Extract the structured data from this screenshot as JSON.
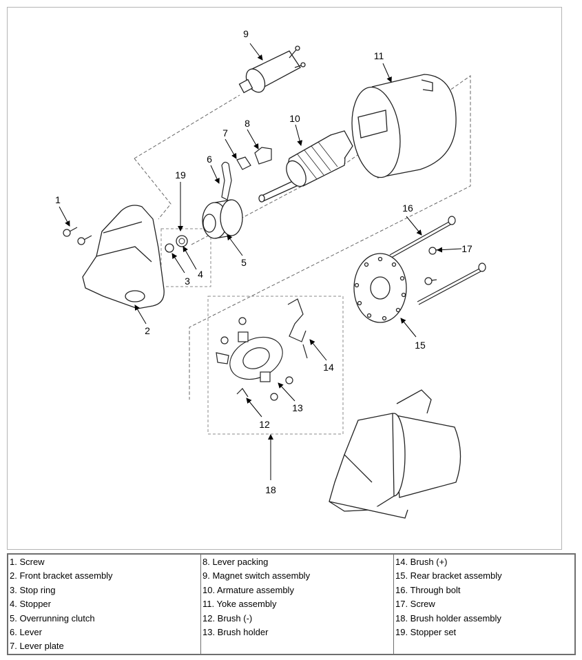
{
  "callouts": {
    "c1": "1",
    "c2": "2",
    "c3": "3",
    "c4": "4",
    "c5": "5",
    "c6": "6",
    "c7": "7",
    "c8": "8",
    "c9": "9",
    "c10": "10",
    "c11": "11",
    "c12": "12",
    "c13": "13",
    "c14": "14",
    "c15": "15",
    "c16": "16",
    "c17": "17",
    "c18": "18",
    "c19": "19"
  },
  "legend": {
    "col1": [
      "1. Screw",
      "2. Front bracket assembly",
      "3. Stop ring",
      "4. Stopper",
      "5. Overrunning clutch",
      "6. Lever",
      "7. Lever plate"
    ],
    "col2": [
      "8. Lever packing",
      "9. Magnet switch assembly",
      "10. Armature assembly",
      "11. Yoke assembly",
      "12. Brush (-)",
      "13. Brush holder"
    ],
    "col3": [
      "14. Brush (+)",
      "15. Rear bracket assembly",
      "16. Through bolt",
      "17. Screw",
      "18. Brush holder assembly",
      "19. Stopper set"
    ]
  }
}
